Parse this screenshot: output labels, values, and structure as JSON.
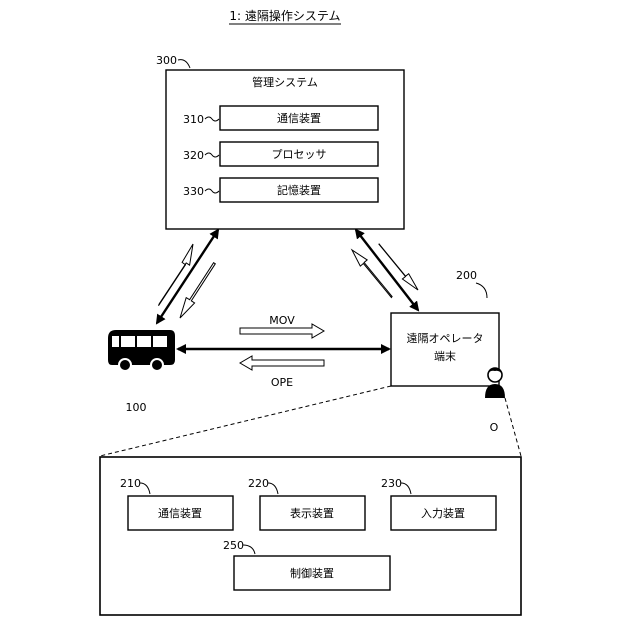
{
  "figure": {
    "title": "1: 遠隔操作システム"
  },
  "management": {
    "ref": "300",
    "title": "管理システム",
    "components": [
      {
        "ref": "310",
        "label": "通信装置"
      },
      {
        "ref": "320",
        "label": "プロセッサ"
      },
      {
        "ref": "330",
        "label": "記憶装置"
      }
    ]
  },
  "vehicle": {
    "ref": "100",
    "icon": "bus-icon"
  },
  "terminal": {
    "ref": "200",
    "line1": "遠隔オペレータ",
    "line2": "端末",
    "icon": "operator-icon",
    "operator_ref": "O"
  },
  "links": {
    "mov": "MOV",
    "ope": "OPE"
  },
  "detail": {
    "components": [
      {
        "ref": "210",
        "label": "通信装置"
      },
      {
        "ref": "220",
        "label": "表示装置"
      },
      {
        "ref": "230",
        "label": "入力装置"
      },
      {
        "ref": "250",
        "label": "制御装置"
      }
    ]
  }
}
